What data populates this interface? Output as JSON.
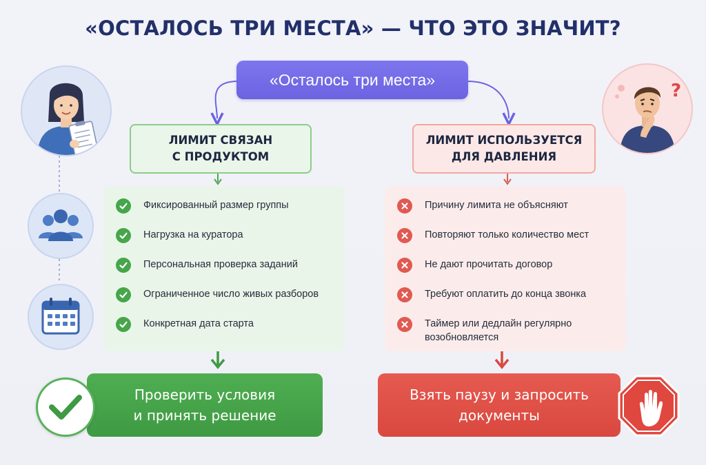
{
  "title": "«ОСТАЛОСЬ ТРИ МЕСТА» — ЧТО ЭТО ЗНАЧИТ?",
  "top_box": "«Осталось три места»",
  "left_branch": {
    "heading": "ЛИМИТ СВЯЗАН\nС ПРОДУКТОМ",
    "items": [
      "Фиксированный размер группы",
      "Нагрузка на куратора",
      "Персональная проверка заданий",
      "Ограниченное число живых разборов",
      "Конкретная дата старта"
    ],
    "outcome": "Проверить условия\nи принять решение"
  },
  "right_branch": {
    "heading": "ЛИМИТ ИСПОЛЬЗУЕТСЯ\nДЛЯ ДАВЛЕНИЯ",
    "items": [
      "Причину лимита не объясняют",
      "Повторяют только количество мест",
      "Не дают прочитать договор",
      "Требуют оплатить до конца звонка",
      "Таймер или дедлайн регулярно возобновляется"
    ],
    "outcome": "Взять паузу и запросить\nдокументы"
  },
  "colors": {
    "title": "#22306a",
    "top_box": "#6b63e0",
    "green": "#46a64a",
    "red": "#e05a52"
  },
  "icons": [
    "woman-with-clipboard-icon",
    "thinking-man-icon",
    "group-people-icon",
    "calendar-icon",
    "checkmark-icon",
    "check-circle-icon",
    "cross-circle-icon",
    "stop-hand-icon",
    "question-mark-icon"
  ]
}
